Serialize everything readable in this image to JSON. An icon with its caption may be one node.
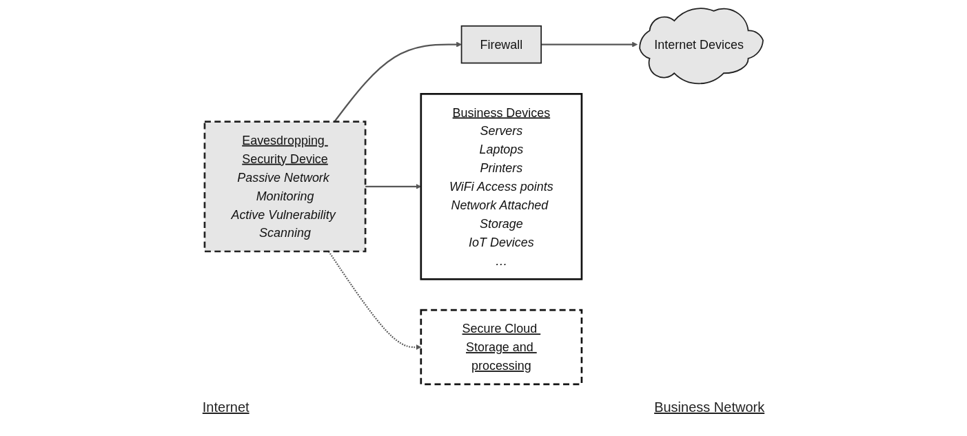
{
  "diagram": {
    "nodes": [
      {
        "text": [
          "Internet Devices"
        ]
      },
      {
        "text": [
          "Firewall"
        ]
      },
      {
        "text": [
          "Eavesdropping Security Device",
          "Passive Network Monitoring",
          "Active Vulnerability Scanning"
        ]
      },
      {
        "text": [
          "Business Devices",
          "Servers",
          "Laptops",
          "Printers",
          "WiFi Access points",
          "Network Attached Storage",
          "IoT Devices",
          "…"
        ]
      },
      {
        "text": [
          "Secure Cloud Storage and processing"
        ]
      }
    ],
    "edges": [
      {
        "from": 2,
        "to": 1,
        "arrow": "to"
      },
      {
        "from": 1,
        "to": 0,
        "arrow": "to"
      },
      {
        "from": 2,
        "to": 3,
        "arrow": "to"
      },
      {
        "from": 2,
        "to": 4,
        "arrow": "to",
        "style": "dashed"
      }
    ],
    "labels": [
      "Internet",
      "Business Network"
    ]
  }
}
